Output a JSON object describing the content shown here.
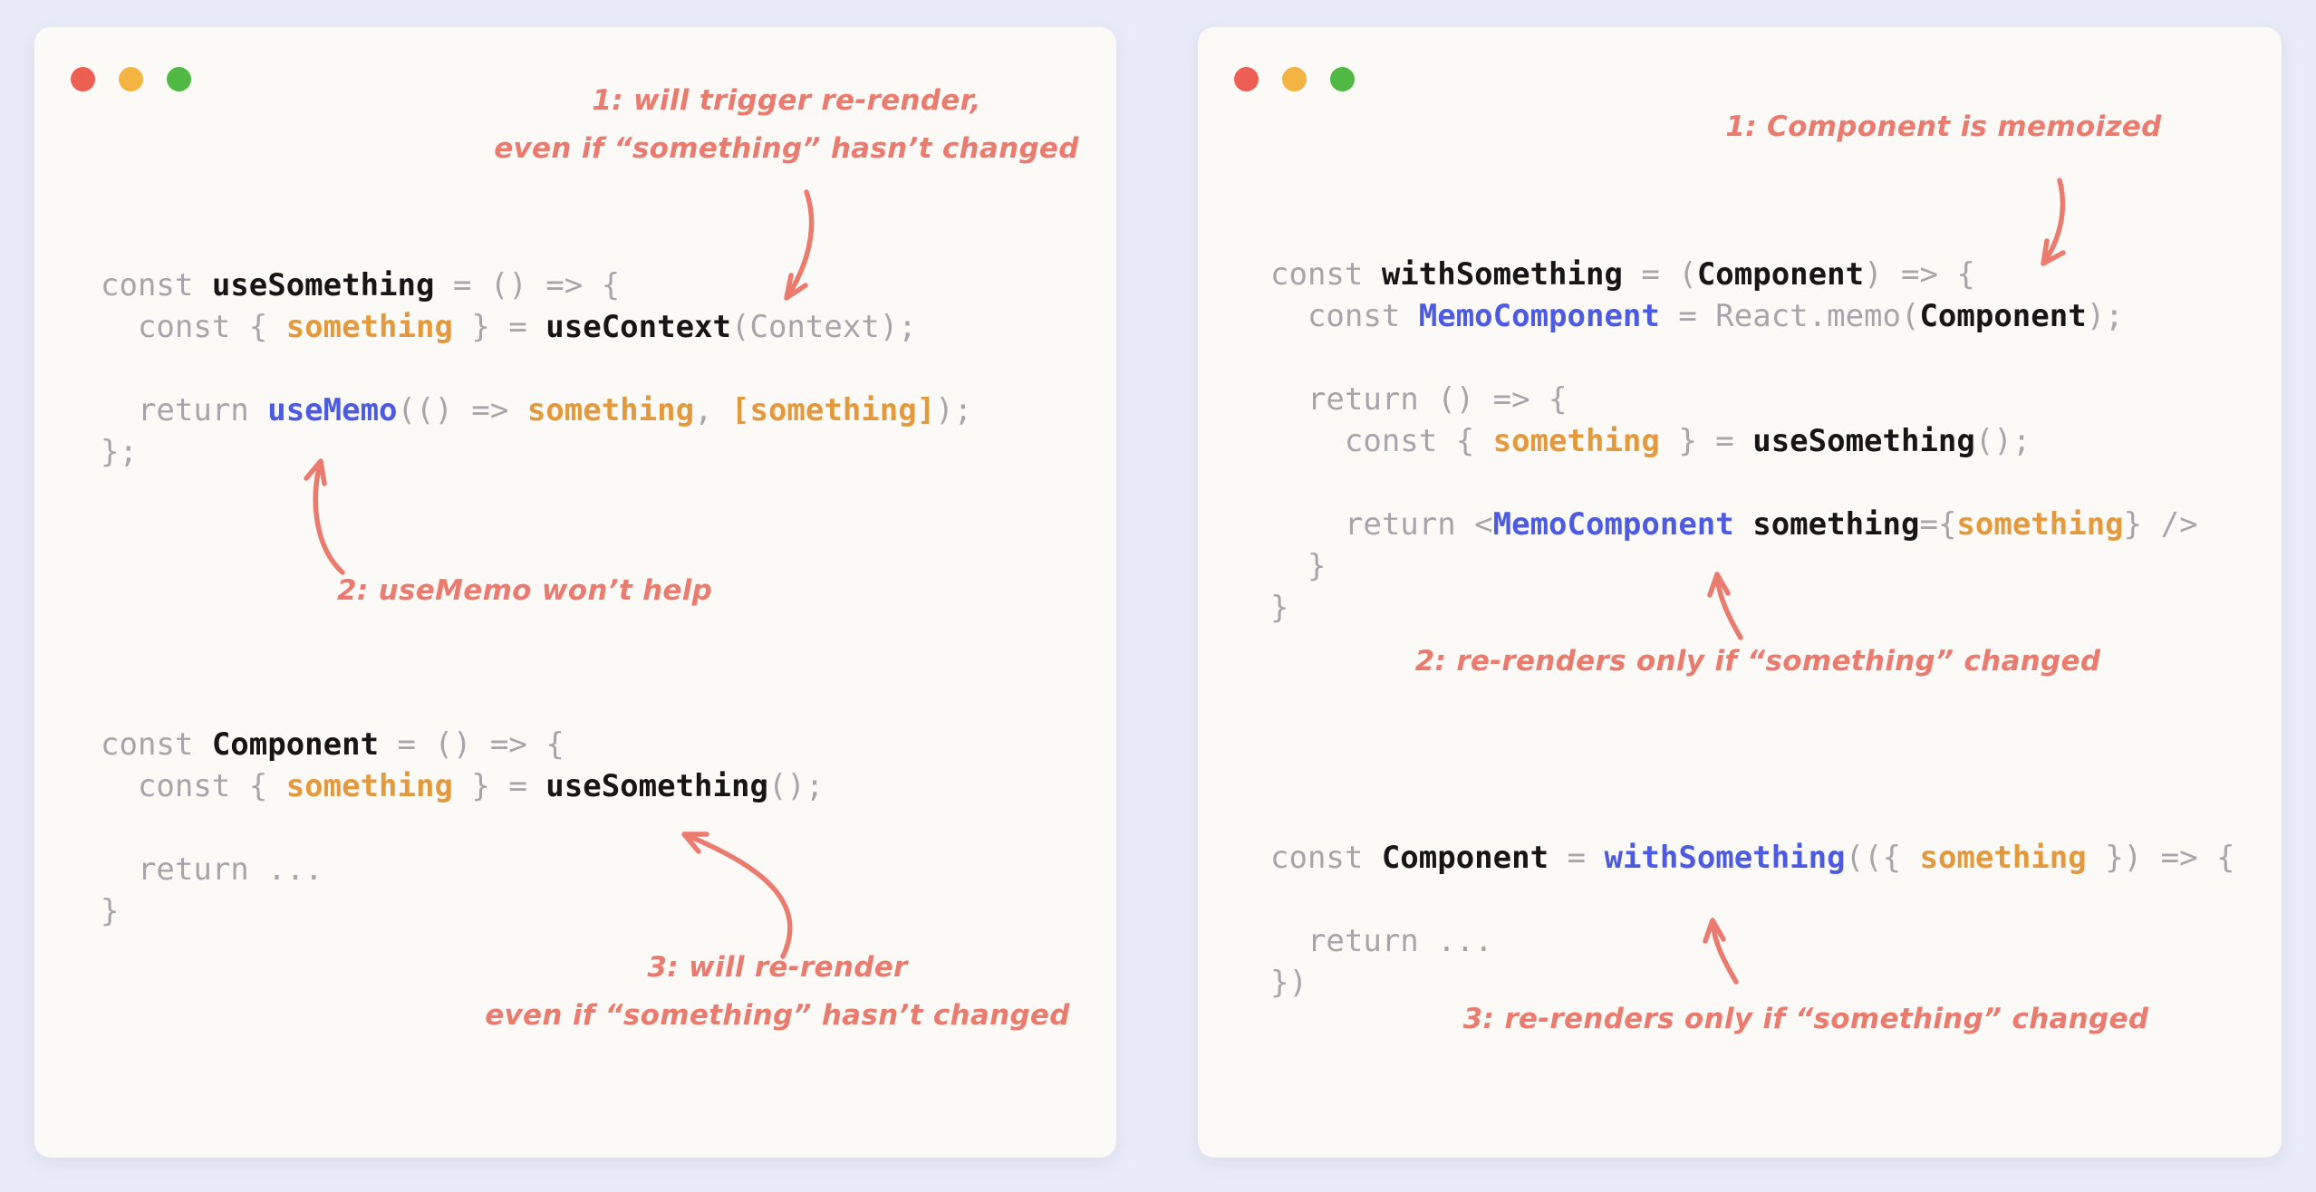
{
  "colors": {
    "background": "#e9ebf8",
    "card": "#fbfaf7",
    "code_gray": "#a6a6aa",
    "code_black": "#161616",
    "code_orange": "#e49a3c",
    "code_blue": "#4c5be4",
    "annotation": "#ea7b6e",
    "traffic_red": "#ec5f52",
    "traffic_yellow": "#f4b442",
    "traffic_green": "#50b944"
  },
  "left_panel": {
    "annotation_top": {
      "lines": [
        "1: will trigger re-render,",
        "even if “something” hasn’t changed"
      ]
    },
    "annotation_mid": {
      "lines": [
        "2: useMemo won’t help"
      ]
    },
    "annotation_bottom": {
      "lines": [
        "3: will re-render",
        "even if “something” hasn’t changed"
      ]
    },
    "code_block_1": [
      [
        [
          "const ",
          "g"
        ],
        [
          "useSomething",
          "k"
        ],
        [
          " = () => {",
          "g"
        ]
      ],
      [
        [
          "  const { ",
          "g"
        ],
        [
          "something",
          "o"
        ],
        [
          " } = ",
          "g"
        ],
        [
          "useContext",
          "k"
        ],
        [
          "(Context);",
          "g"
        ]
      ],
      [],
      [
        [
          "  return ",
          "g"
        ],
        [
          "useMemo",
          "b"
        ],
        [
          "(() => ",
          "g"
        ],
        [
          "something",
          "o"
        ],
        [
          ", ",
          "g"
        ],
        [
          "[something]",
          "o"
        ],
        [
          ");",
          "g"
        ]
      ],
      [
        [
          "};",
          "g"
        ]
      ]
    ],
    "code_block_2": [
      [
        [
          "const ",
          "g"
        ],
        [
          "Component",
          "k"
        ],
        [
          " = () => {",
          "g"
        ]
      ],
      [
        [
          "  const { ",
          "g"
        ],
        [
          "something",
          "o"
        ],
        [
          " } = ",
          "g"
        ],
        [
          "useSomething",
          "k"
        ],
        [
          "();",
          "g"
        ]
      ],
      [],
      [
        [
          "  return ...",
          "g"
        ]
      ],
      [
        [
          "}",
          "g"
        ]
      ]
    ]
  },
  "right_panel": {
    "annotation_top": {
      "lines": [
        "1: Component is memoized"
      ]
    },
    "annotation_mid": {
      "lines": [
        "2: re-renders only if “something” changed"
      ]
    },
    "annotation_bottom": {
      "lines": [
        "3: re-renders only if “something” changed"
      ]
    },
    "code_block_1": [
      [
        [
          "const ",
          "g"
        ],
        [
          "withSomething",
          "k"
        ],
        [
          " = (",
          "g"
        ],
        [
          "Component",
          "k"
        ],
        [
          ") => {",
          "g"
        ]
      ],
      [
        [
          "  const ",
          "g"
        ],
        [
          "MemoComponent",
          "b"
        ],
        [
          " = React.memo(",
          "g"
        ],
        [
          "Component",
          "k"
        ],
        [
          ");",
          "g"
        ]
      ],
      [],
      [
        [
          "  return () => {",
          "g"
        ]
      ],
      [
        [
          "    const { ",
          "g"
        ],
        [
          "something",
          "o"
        ],
        [
          " } = ",
          "g"
        ],
        [
          "useSomething",
          "k"
        ],
        [
          "();",
          "g"
        ]
      ],
      [],
      [
        [
          "    return <",
          "g"
        ],
        [
          "MemoComponent",
          "b"
        ],
        [
          " ",
          "g"
        ],
        [
          "something",
          "k"
        ],
        [
          "={",
          "g"
        ],
        [
          "something",
          "o"
        ],
        [
          "} />",
          "g"
        ]
      ],
      [
        [
          "  }",
          "g"
        ]
      ],
      [
        [
          "}",
          "g"
        ]
      ]
    ],
    "code_block_2": [
      [
        [
          "const ",
          "g"
        ],
        [
          "Component",
          "k"
        ],
        [
          " = ",
          "g"
        ],
        [
          "withSomething",
          "b"
        ],
        [
          "(({ ",
          "g"
        ],
        [
          "something",
          "o"
        ],
        [
          " }) => {",
          "g"
        ]
      ],
      [],
      [
        [
          "  return ...",
          "g"
        ]
      ],
      [
        [
          "})",
          "g"
        ]
      ]
    ]
  }
}
